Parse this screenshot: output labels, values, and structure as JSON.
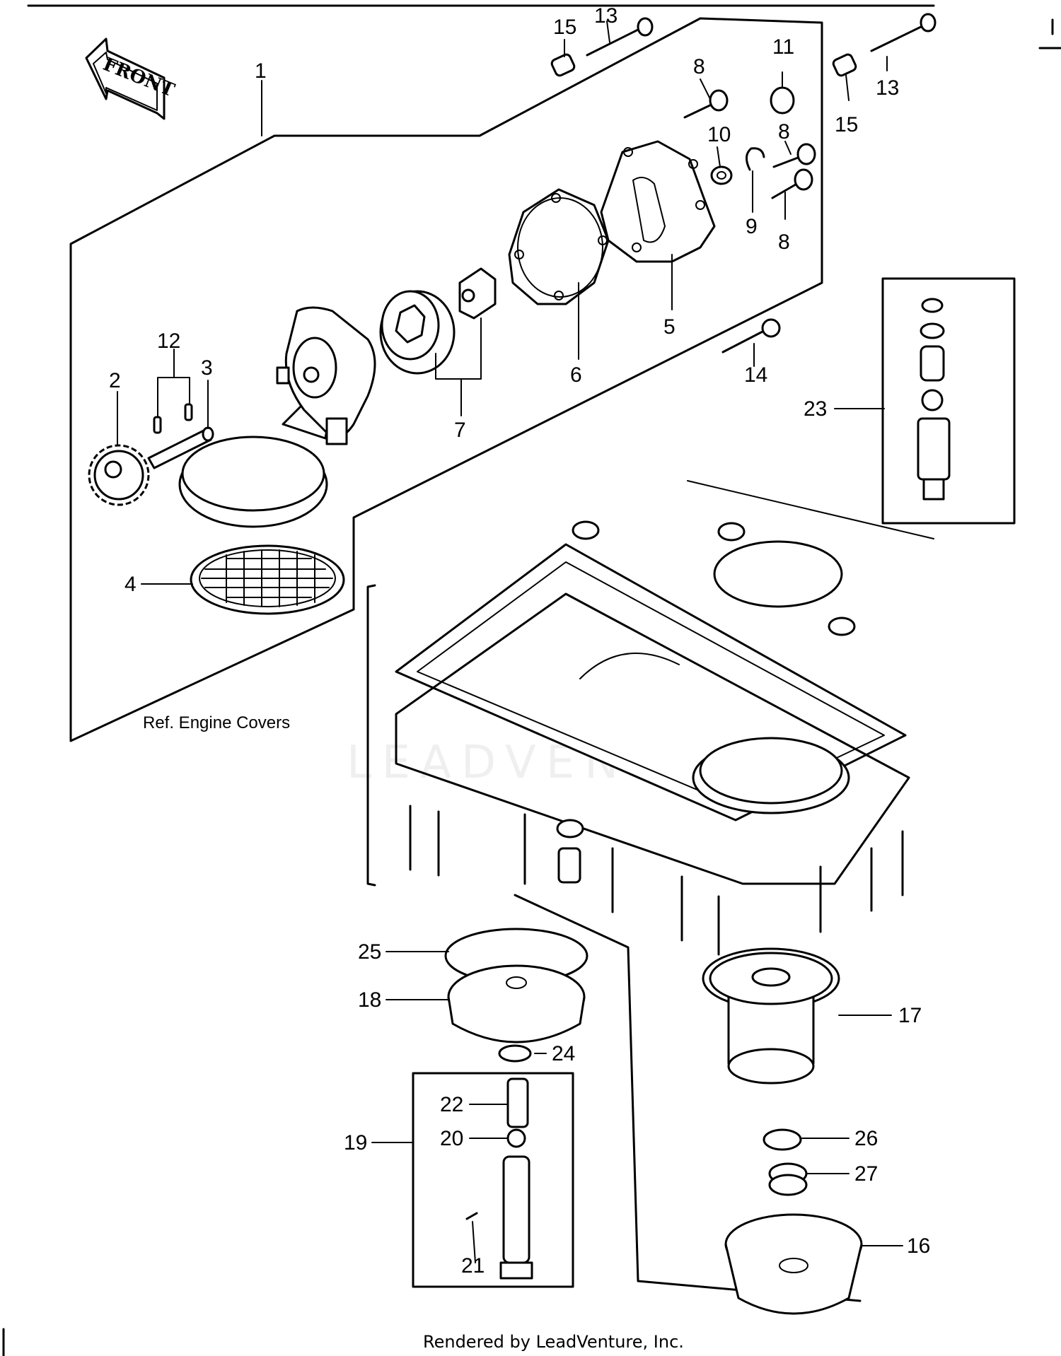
{
  "front_label": "FRONT",
  "ref_note": "Ref.  Engine Covers",
  "footer": "Rendered by LeadVenture, Inc.",
  "watermark": "LEADVENTURE",
  "callouts": [
    {
      "id": "c1",
      "label": "1"
    },
    {
      "id": "c2",
      "label": "2"
    },
    {
      "id": "c3",
      "label": "3"
    },
    {
      "id": "c4",
      "label": "4"
    },
    {
      "id": "c5",
      "label": "5"
    },
    {
      "id": "c6",
      "label": "6"
    },
    {
      "id": "c7",
      "label": "7"
    },
    {
      "id": "c8a",
      "label": "8"
    },
    {
      "id": "c8b",
      "label": "8"
    },
    {
      "id": "c8c",
      "label": "8"
    },
    {
      "id": "c9",
      "label": "9"
    },
    {
      "id": "c10",
      "label": "10"
    },
    {
      "id": "c11",
      "label": "11"
    },
    {
      "id": "c12",
      "label": "12"
    },
    {
      "id": "c13a",
      "label": "13"
    },
    {
      "id": "c13b",
      "label": "13"
    },
    {
      "id": "c14",
      "label": "14"
    },
    {
      "id": "c15a",
      "label": "15"
    },
    {
      "id": "c15b",
      "label": "15"
    },
    {
      "id": "c16",
      "label": "16"
    },
    {
      "id": "c17",
      "label": "17"
    },
    {
      "id": "c18",
      "label": "18"
    },
    {
      "id": "c19",
      "label": "19"
    },
    {
      "id": "c20",
      "label": "20"
    },
    {
      "id": "c21",
      "label": "21"
    },
    {
      "id": "c22",
      "label": "22"
    },
    {
      "id": "c23",
      "label": "23"
    },
    {
      "id": "c24",
      "label": "24"
    },
    {
      "id": "c25",
      "label": "25"
    },
    {
      "id": "c26",
      "label": "26"
    },
    {
      "id": "c27",
      "label": "27"
    }
  ]
}
